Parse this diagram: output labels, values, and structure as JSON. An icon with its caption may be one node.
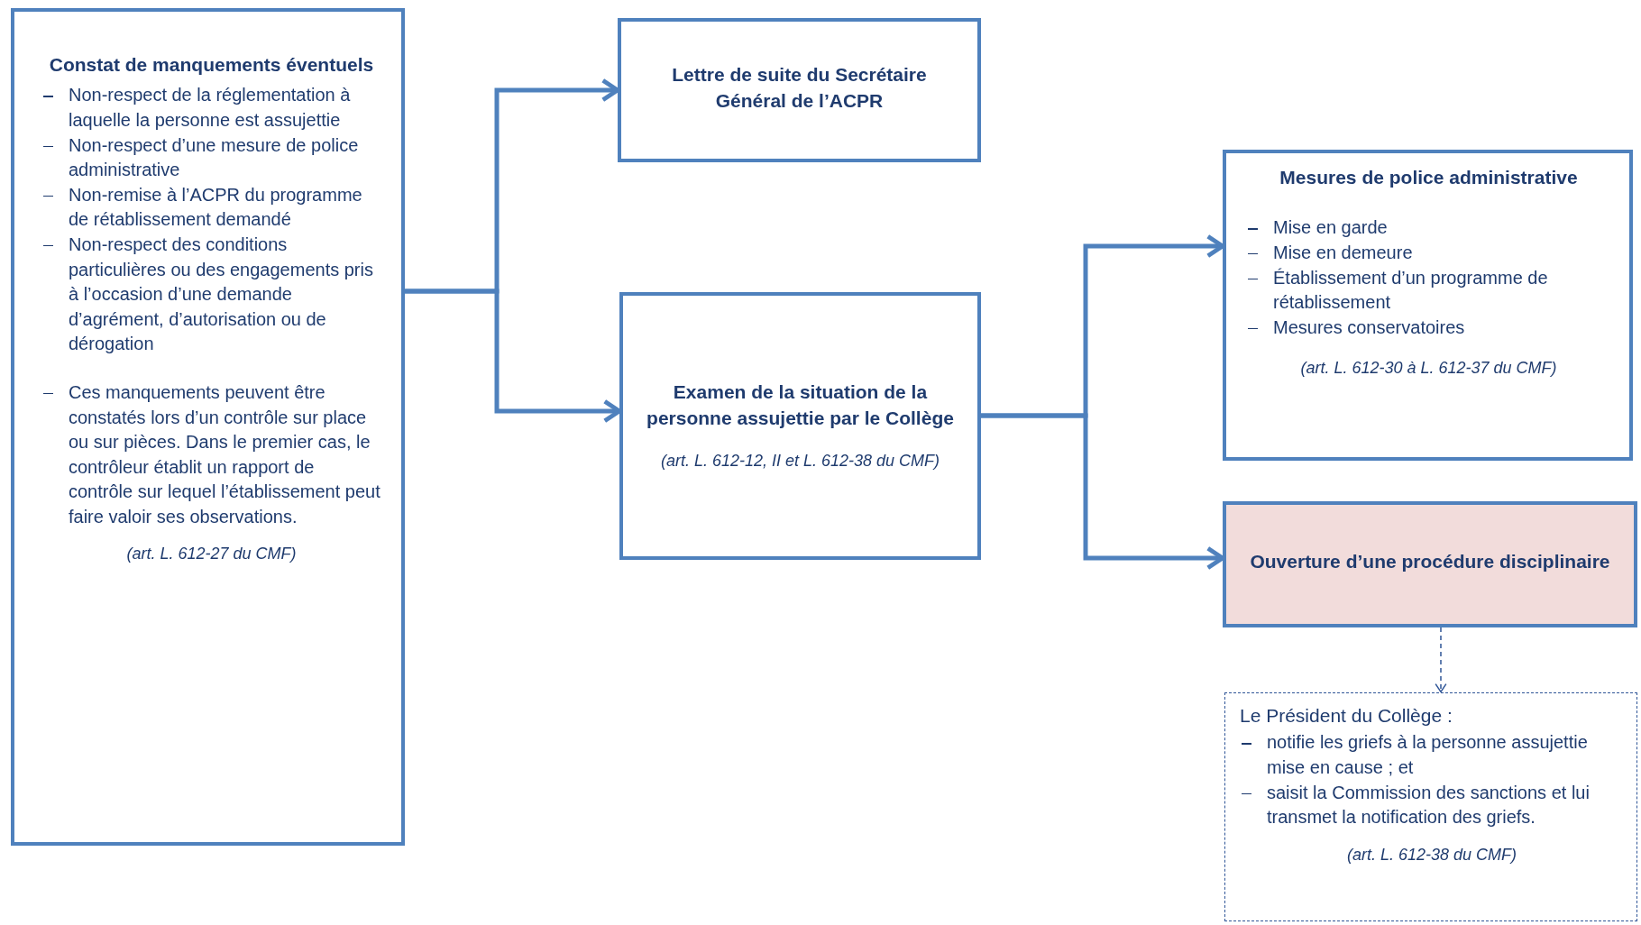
{
  "diagram": {
    "nodes": [
      {
        "text": [
          "Constat de manquements éventuels",
          "Non-respect de la réglementation à laquelle la personne est assujettie",
          "Non-respect d’une mesure de police administrative",
          "Non-remise à l’ACPR du programme de rétablissement demandé",
          "Non-respect des conditions particulières ou des engagements pris à l’occasion d’une demande d’agrément, d’autorisation ou de dérogation",
          "Ces manquements peuvent être constatés lors d’un contrôle sur place ou sur pièces. Dans le premier cas, le contrôleur établit un rapport de contrôle sur lequel l’établissement peut faire valoir ses observations.",
          "(art. L. 612-27  du CMF)"
        ]
      },
      {
        "text": [
          "Lettre de suite du Secrétaire Général de l’ACPR"
        ]
      },
      {
        "text": [
          "Examen de la situation de la personne assujettie par le Collège",
          "(art. L. 612-12, II et L. 612-38 du CMF)"
        ]
      },
      {
        "text": [
          "Mesures de police administrative",
          "Mise en garde",
          "Mise en demeure",
          "Établissement d’un programme de rétablissement",
          "Mesures conservatoires",
          "(art. L. 612-30 à L. 612-37 du CMF)"
        ]
      },
      {
        "text": [
          "Ouverture d’une procédure disciplinaire"
        ]
      },
      {
        "text": [
          "Le Président du Collège :",
          "notifie les griefs à la personne assujettie mise en cause ; et",
          "saisit la Commission des sanctions et lui  transmet la notification des griefs.",
          "(art. L. 612-38 du CMF)"
        ]
      }
    ],
    "edges": [
      {
        "from": 0,
        "to": 1,
        "arrow": "to"
      },
      {
        "from": 0,
        "to": 2,
        "arrow": "to"
      },
      {
        "from": 2,
        "to": 3,
        "arrow": "to"
      },
      {
        "from": 2,
        "to": 4,
        "arrow": "to"
      },
      {
        "from": 4,
        "to": 5,
        "arrow": "to",
        "style": "dashed"
      }
    ]
  }
}
